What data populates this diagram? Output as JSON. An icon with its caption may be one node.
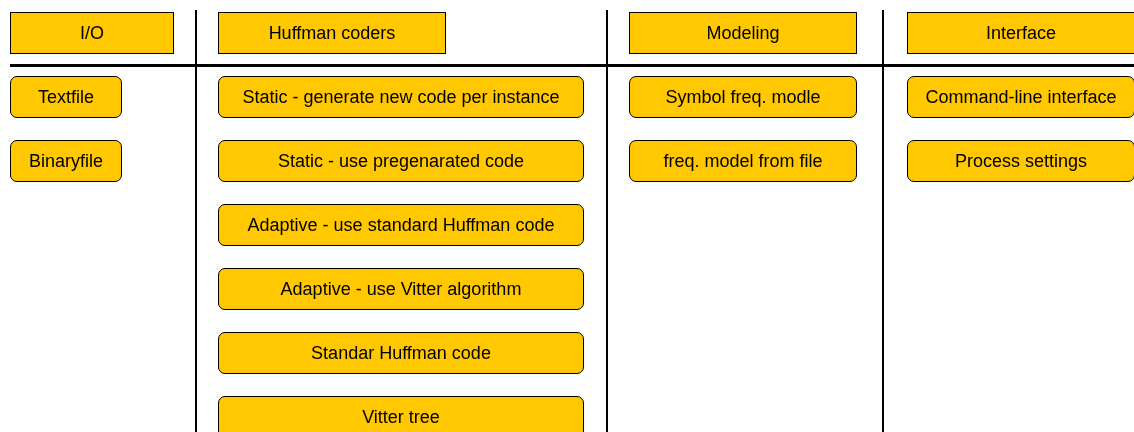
{
  "diagram": {
    "nodes": [
      {
        "text": [
          "I/O"
        ]
      },
      {
        "text": [
          "Huffman coders"
        ]
      },
      {
        "text": [
          "Modeling"
        ]
      },
      {
        "text": [
          "Interface"
        ]
      },
      {
        "text": [
          "Textfile"
        ]
      },
      {
        "text": [
          "Binaryfile"
        ]
      },
      {
        "text": [
          "Static - generate new code per instance"
        ]
      },
      {
        "text": [
          "Static - use pregenarated code"
        ]
      },
      {
        "text": [
          "Adaptive - use standard Huffman code"
        ]
      },
      {
        "text": [
          "Adaptive - use Vitter algorithm"
        ]
      },
      {
        "text": [
          "Standar Huffman code"
        ]
      },
      {
        "text": [
          "Vitter tree"
        ]
      },
      {
        "text": [
          "Symbol freq. modle"
        ]
      },
      {
        "text": [
          "freq. model from file"
        ]
      },
      {
        "text": [
          "Command-line interface"
        ]
      },
      {
        "text": [
          "Process settings"
        ]
      }
    ],
    "edges": []
  }
}
